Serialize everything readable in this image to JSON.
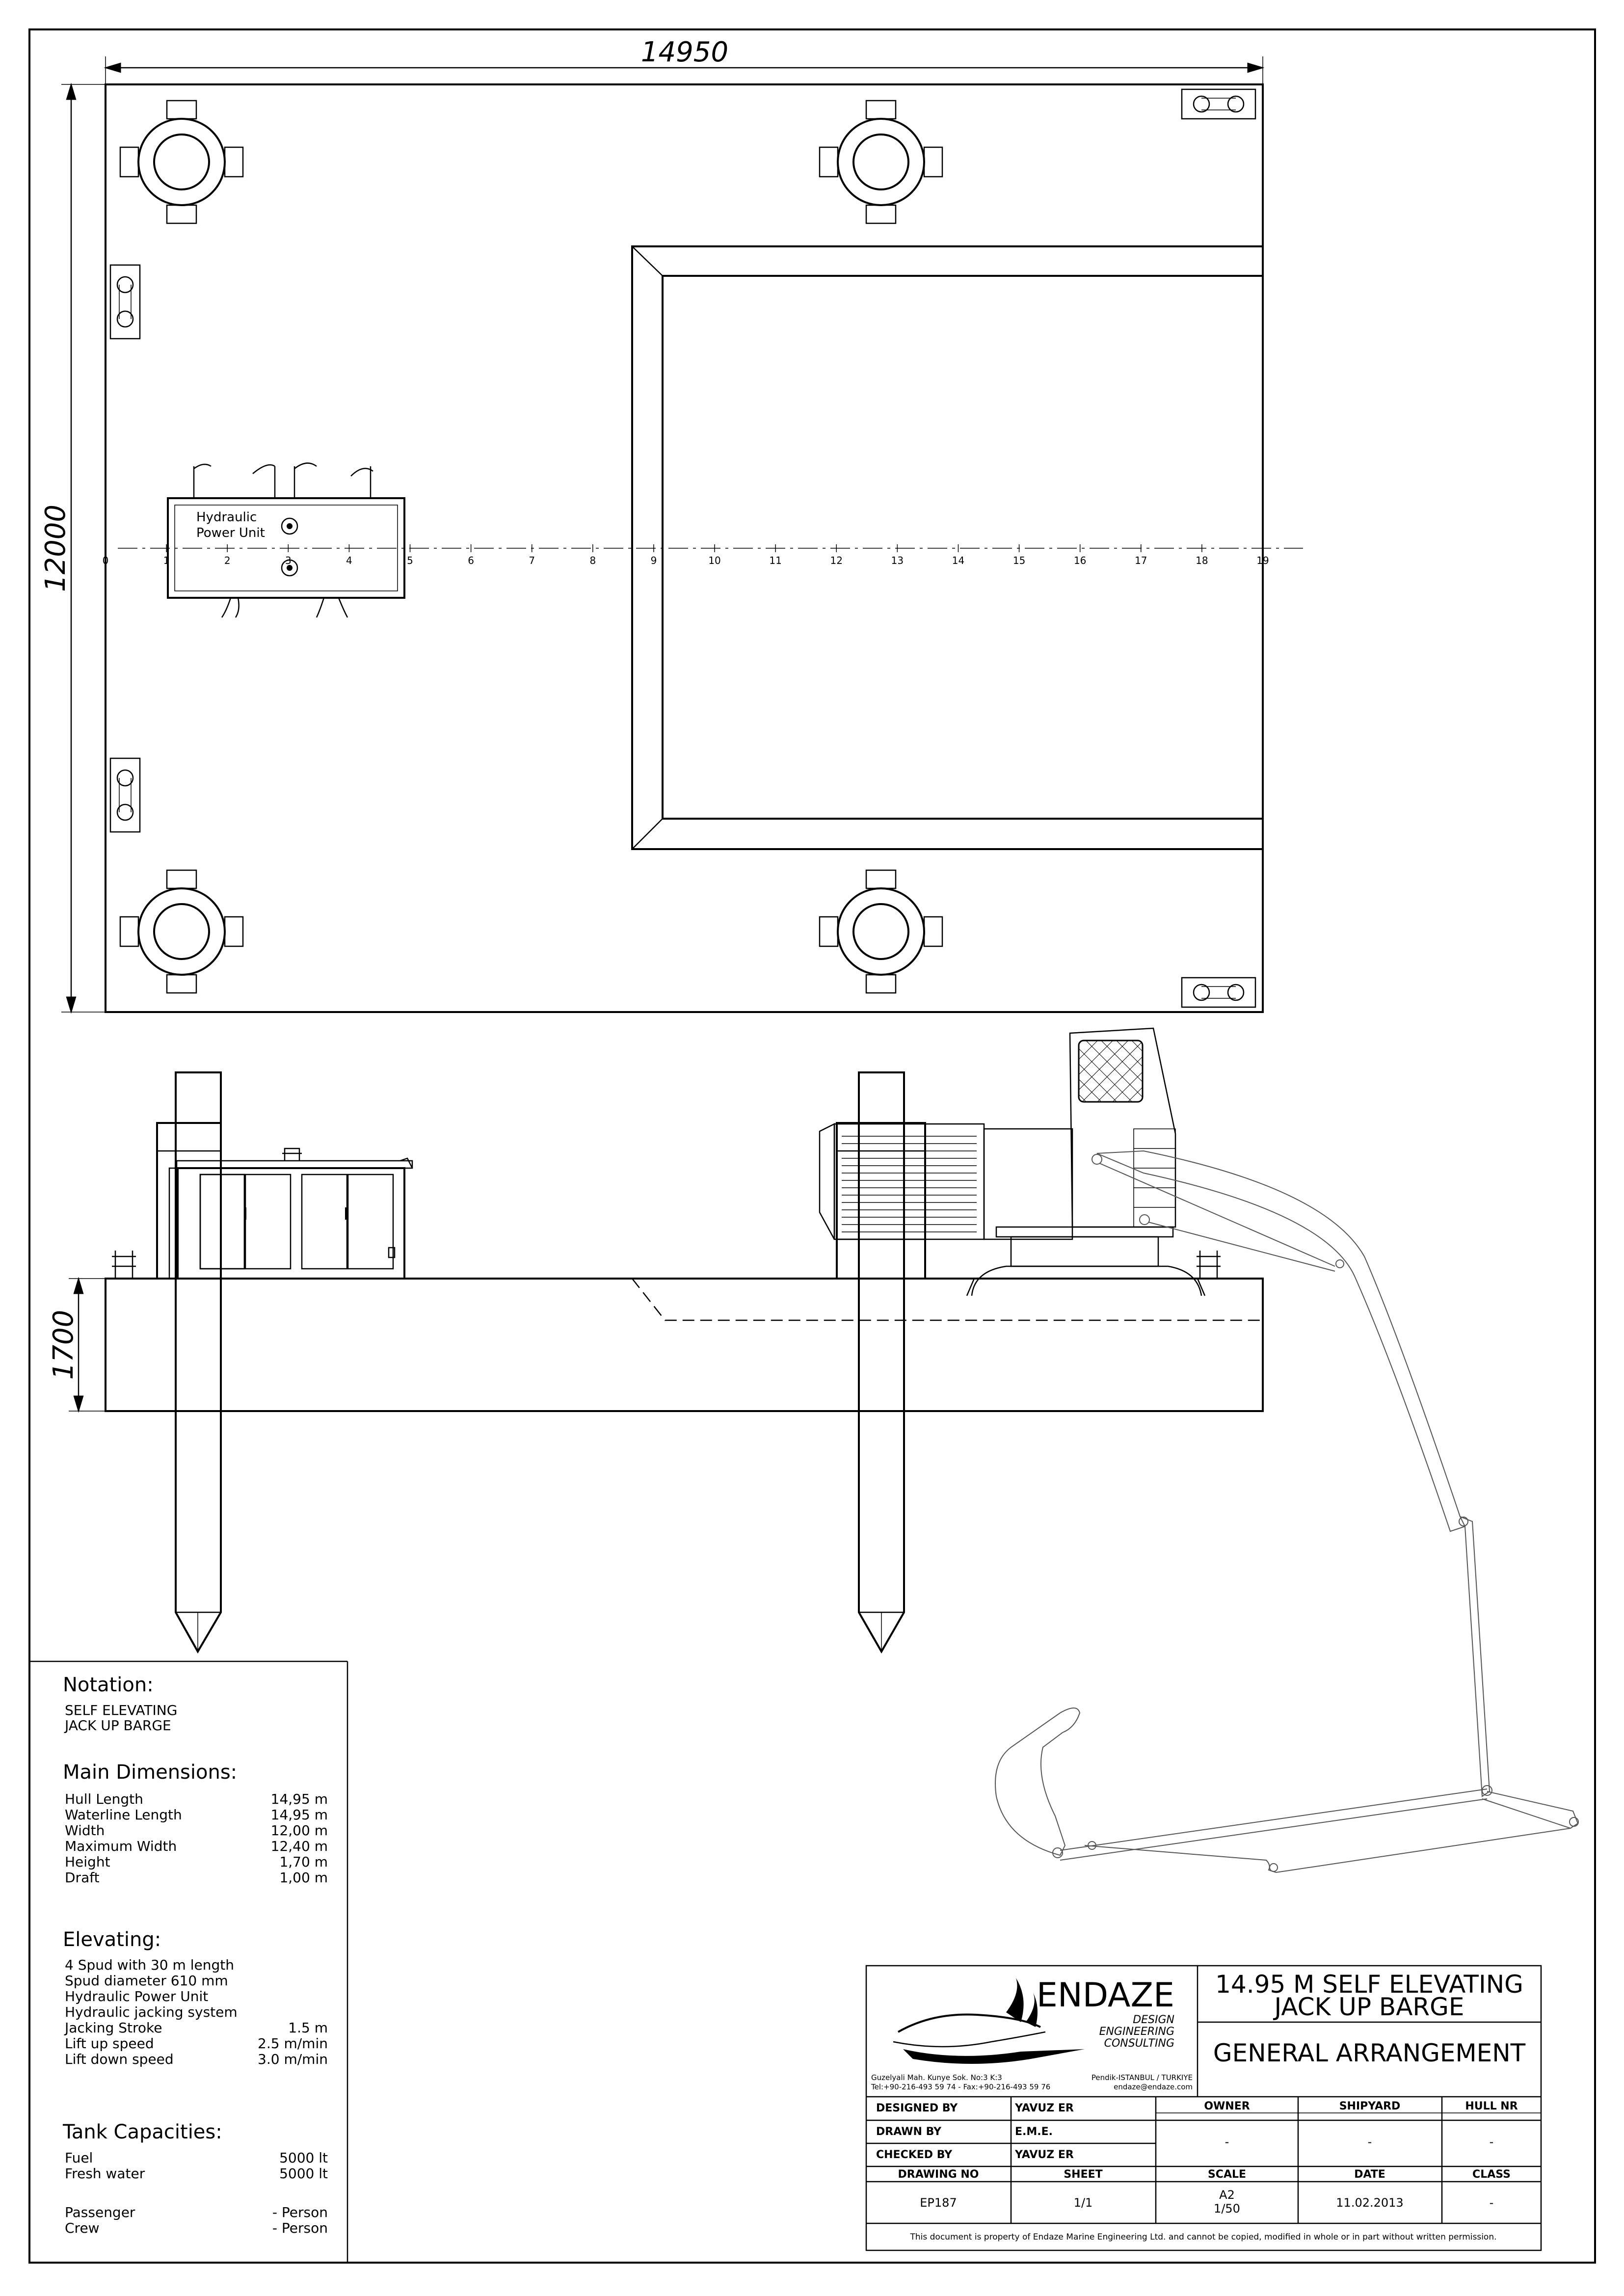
{
  "dimensions": {
    "length": "14950",
    "width": "12000",
    "depth": "1700"
  },
  "centerline_scale": [
    "0",
    "1",
    "2",
    "3",
    "4",
    "5",
    "6",
    "7",
    "8",
    "9",
    "10",
    "11",
    "12",
    "13",
    "14",
    "15",
    "16",
    "17",
    "18",
    "19"
  ],
  "hpu_label": [
    "Hydraulic",
    "Power Unit"
  ],
  "notes": {
    "notation_heading": "Notation:",
    "notation_lines": [
      "SELF ELEVATING",
      "JACK UP BARGE"
    ],
    "main_heading": "Main Dimensions:",
    "main_rows": [
      {
        "label": "Hull Length",
        "value": "14,95 m"
      },
      {
        "label": "Waterline Length",
        "value": "14,95 m"
      },
      {
        "label": "Width",
        "value": "12,00 m"
      },
      {
        "label": "Maximum Width",
        "value": "12,40 m"
      },
      {
        "label": "Height",
        "value": "1,70 m"
      },
      {
        "label": "Draft",
        "value": "1,00 m"
      }
    ],
    "elevating_heading": "Elevating:",
    "elevating_lines": [
      "4 Spud with 30 m length",
      "Spud diameter 610 mm",
      "Hydraulic Power Unit",
      "Hydraulic jacking system"
    ],
    "elevating_rows": [
      {
        "label": "Jacking Stroke",
        "value": "1.5 m"
      },
      {
        "label": "Lift up speed",
        "value": "2.5 m/min"
      },
      {
        "label": "Lift down speed",
        "value": "3.0 m/min"
      }
    ],
    "tank_heading": "Tank Capacities:",
    "tank_rows": [
      {
        "label": "Fuel",
        "value": "5000 lt"
      },
      {
        "label": "Fresh water",
        "value": "5000 lt"
      }
    ],
    "person_rows": [
      {
        "label": "Passenger",
        "value": "- Person"
      },
      {
        "label": "Crew",
        "value": "- Person"
      }
    ]
  },
  "title_block": {
    "company": "ENDAZE",
    "tagline": [
      "DESIGN",
      "ENGINEERING",
      "CONSULTING"
    ],
    "address_left": [
      "Guzelyali Mah. Kunye Sok. No:3 K:3",
      "Tel:+90-216-493 59 74 - Fax:+90-216-493 59 76"
    ],
    "address_right": [
      "Pendik-ISTANBUL / TURKIYE",
      "endaze@endaze.com"
    ],
    "project_title": [
      "14.95 M SELF ELEVATING",
      "JACK UP BARGE"
    ],
    "drawing_title": "GENERAL ARRANGEMENT",
    "designed_label": "DESIGNED BY",
    "designed_value": "YAVUZ ER",
    "drawn_label": "DRAWN BY",
    "drawn_value": "E.M.E.",
    "checked_label": "CHECKED BY",
    "checked_value": "YAVUZ ER",
    "owner_label": "OWNER",
    "owner_value": "-",
    "shipyard_label": "SHIPYARD",
    "shipyard_value": "-",
    "hull_label": "HULL NR",
    "hull_value": "-",
    "drawing_no_label": "DRAWING NO",
    "drawing_no_value": "EP187",
    "sheet_label": "SHEET",
    "sheet_value": "1/1",
    "scale_label": "SCALE",
    "scale_value": [
      "A2",
      "1/50"
    ],
    "date_label": "DATE",
    "date_value": "11.02.2013",
    "class_label": "CLASS",
    "class_value": "-",
    "disclaimer": "This document is property of  Endaze Marine Engineering Ltd. and cannot be copied, modified in whole or in part without written permission."
  }
}
